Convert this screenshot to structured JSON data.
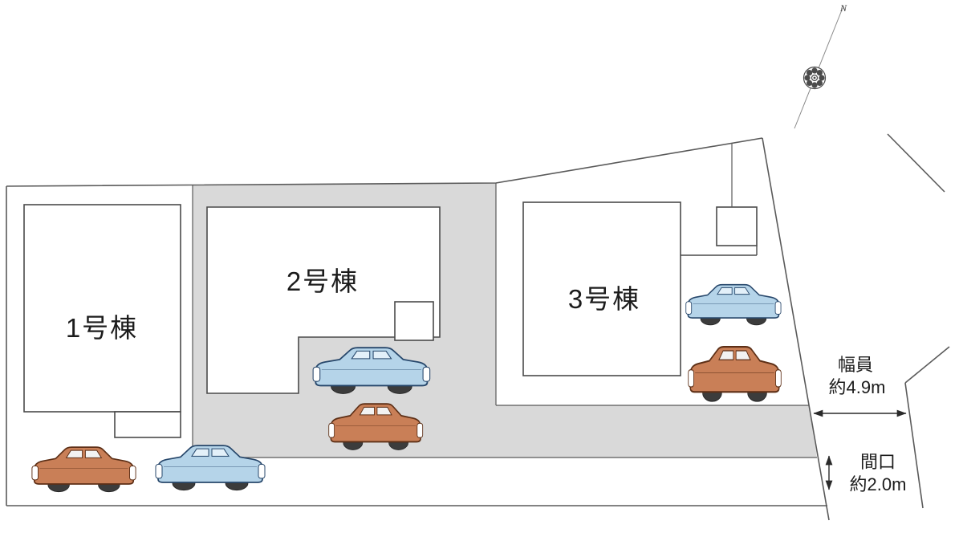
{
  "buildings": [
    {
      "id": "b1",
      "label": "1号棟"
    },
    {
      "id": "b2",
      "label": "2号棟"
    },
    {
      "id": "b3",
      "label": "3号棟"
    }
  ],
  "annotations": {
    "road_width_label": "幅員",
    "road_width_value": "約4.9m",
    "frontage_label": "間口",
    "frontage_value": "約2.0m"
  },
  "compass": {
    "north_label": "N"
  },
  "cars": [
    {
      "color": "orange",
      "location": "lot1-left"
    },
    {
      "color": "blue",
      "location": "lot1-right"
    },
    {
      "color": "blue",
      "location": "lot2-upper"
    },
    {
      "color": "orange",
      "location": "lot2-lower"
    },
    {
      "color": "blue",
      "location": "lot3-upper"
    },
    {
      "color": "orange",
      "location": "lot3-lower"
    }
  ],
  "colors": {
    "plot-gray": "#d9d9d9",
    "line": "#5a5a5a",
    "building-stroke": "#4a4a4a",
    "wheel": "#3c3c3c",
    "car-blue-body": "#b5d4e9",
    "car-blue-window": "#e3f0f9",
    "car-outline-blue": "#27476b",
    "car-orange-body": "#c97f57",
    "car-orange-window": "#f2f2f2",
    "car-outline-orange": "#5d2f16"
  }
}
